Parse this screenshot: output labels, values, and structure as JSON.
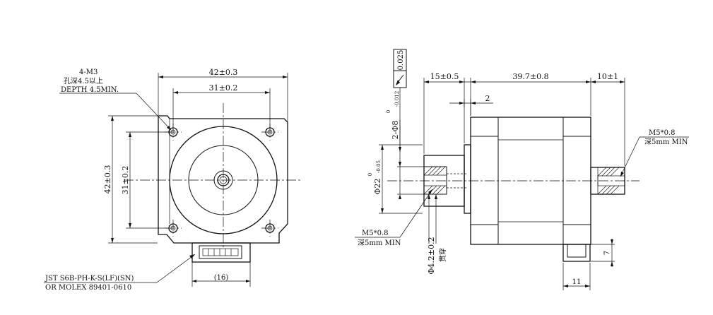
{
  "front_view": {
    "hole_callout": [
      "4-M3",
      "孔深4.5以上",
      "DEPTH 4.5MIN."
    ],
    "dim_width_outer": "42±0.3",
    "dim_width_holes": "31±0.2",
    "dim_height_outer": "42±0.3",
    "dim_height_holes": "31±0.2",
    "dim_connector": "(16)",
    "connector_label": [
      "JST S6B-PH-K-S(LF)(SN)",
      "OR MOLEX 89401-0610"
    ]
  },
  "side_view": {
    "tolerance_frame_value": "0.025",
    "dim_boss_length": "15±0.5",
    "dim_body_length": "39.7±0.8",
    "dim_shaft_length": "10±1",
    "dim_flange_step": "2",
    "dim_boss_diameter": "Φ22",
    "dim_boss_tol_upper": "0",
    "dim_boss_tol_lower": "-0.05",
    "dim_pin_holes": "2-Φ8",
    "dim_pin_tol_upper": "0",
    "dim_pin_tol_lower": "-0.012",
    "dim_through_hole": "Φ4.2±0.2",
    "through_hole_note": "贯穿",
    "left_thread": [
      "M5*0.8",
      "深5mm MIN"
    ],
    "right_thread": [
      "M5*0.8",
      "深5mm MIN"
    ],
    "dim_connector_height": "7",
    "dim_connector_width": "11"
  }
}
